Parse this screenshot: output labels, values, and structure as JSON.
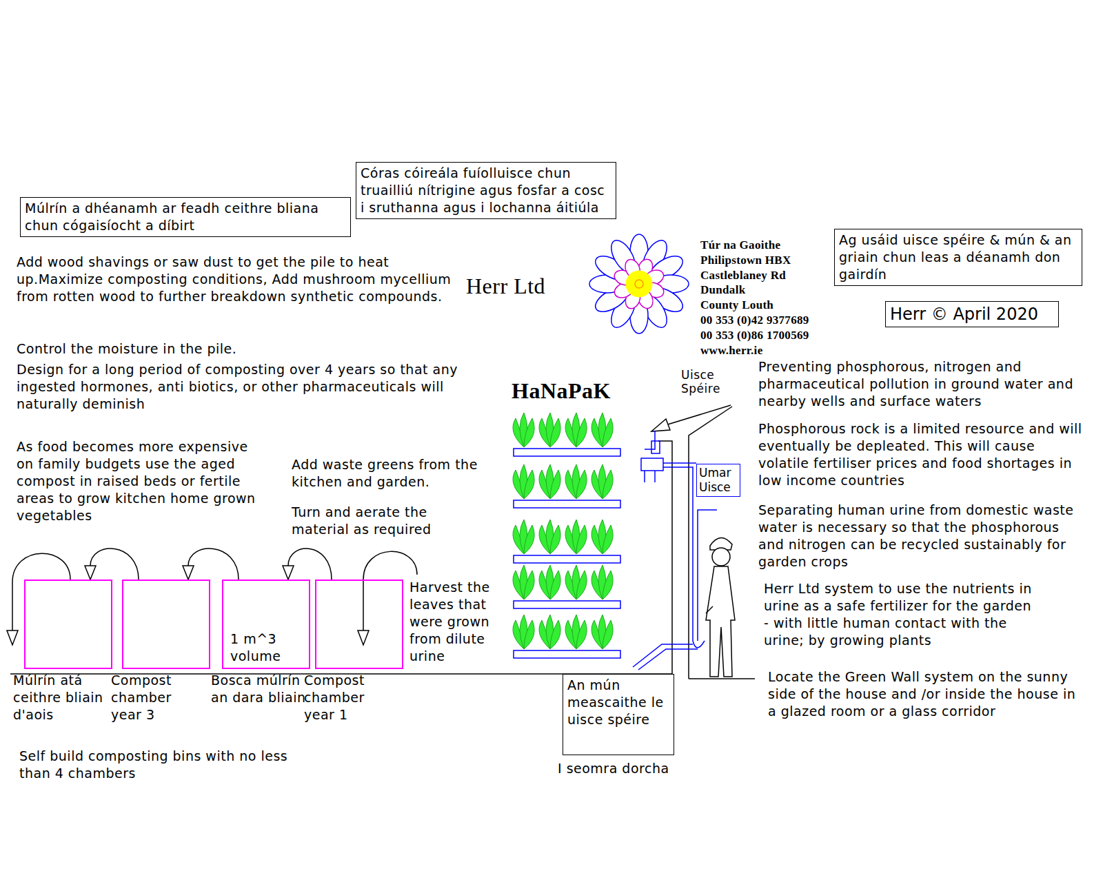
{
  "diagram": {
    "nodes": [
      {
        "text": [
          "Córas cóireála fuíolluisce chun truailliú nítrigine agus fosfar a cosc i sruthanna agus i lochanna áitiúla"
        ]
      },
      {
        "text": [
          "Múlrín a dhéanamh ar feadh ceithre bliana chun cógaisíocht a díbirt"
        ]
      },
      {
        "text": [
          "Ag usáid uisce spéire & mún & an griain chun leas a déanamh don gairdín"
        ]
      },
      {
        "text": [
          "Herr © April 2020"
        ]
      },
      {
        "text": [
          "Múlrín atá ceithre bliain d'aois"
        ]
      },
      {
        "text": [
          "Compost chamber year 3"
        ]
      },
      {
        "text": [
          "Bosca múlrín an dara bliain",
          "1 m^3 volume"
        ]
      },
      {
        "text": [
          "Compost chamber year 1"
        ]
      },
      {
        "text": [
          "Umar Uisce"
        ]
      },
      {
        "text": [
          "An mún meascaithe le uisce spéire",
          "I seomra dorcha"
        ]
      }
    ],
    "edges": [
      {
        "from": 5,
        "to": 4,
        "arrow": "to"
      },
      {
        "from": 6,
        "to": 5,
        "arrow": "to"
      },
      {
        "from": 7,
        "to": 6,
        "arrow": "to"
      }
    ],
    "labels": [
      "Add wood shavings or saw dust to get the pile to heat up.Maximize composting conditions, Add mushroom mycellium from rotten wood to further breakdown synthetic compounds.",
      "Control the moisture in the pile.",
      "Design for a long period of composting over 4 years so that any ingested hormones, anti biotics, or other pharmaceuticals will naturally deminish",
      "As food becomes more expensive on family budgets use the aged compost in raised beds or fertile areas to grow kitchen home grown vegetables",
      "Add waste greens from the kitchen and garden.",
      "Turn and aerate the material as required",
      "Harvest the leaves that were grown from dilute urine",
      "HaNaPaK",
      "Herr Ltd",
      "Túr na Gaoithe",
      "Philipstown HBX",
      "Castleblaney Rd",
      "Dundalk",
      "County Louth",
      "00 353 (0)42 9377689",
      "00 353 (0)86 1700569",
      "www.herr.ie",
      "Uisce Spéire",
      "Preventing phosphorous, nitrogen and pharmaceutical pollution in ground water and nearby wells and surface waters",
      "Phosphorous rock is a limited resource and will eventually be depleated. This will cause volatile fertiliser prices and food shortages in low income countries",
      "Separating human urine from domestic waste water is necessary so that the phosphorous and nitrogen can be recycled sustainably for garden crops",
      "Herr Ltd system to use the nutrients in urine as a safe fertilizer for the garden - with little human contact with the urine; by growing plants",
      "Locate the Green Wall system on the sunny side of the house and /or inside the house in a glazed room or a glass corridor",
      "Self build composting bins with no less than 4 chambers"
    ]
  }
}
